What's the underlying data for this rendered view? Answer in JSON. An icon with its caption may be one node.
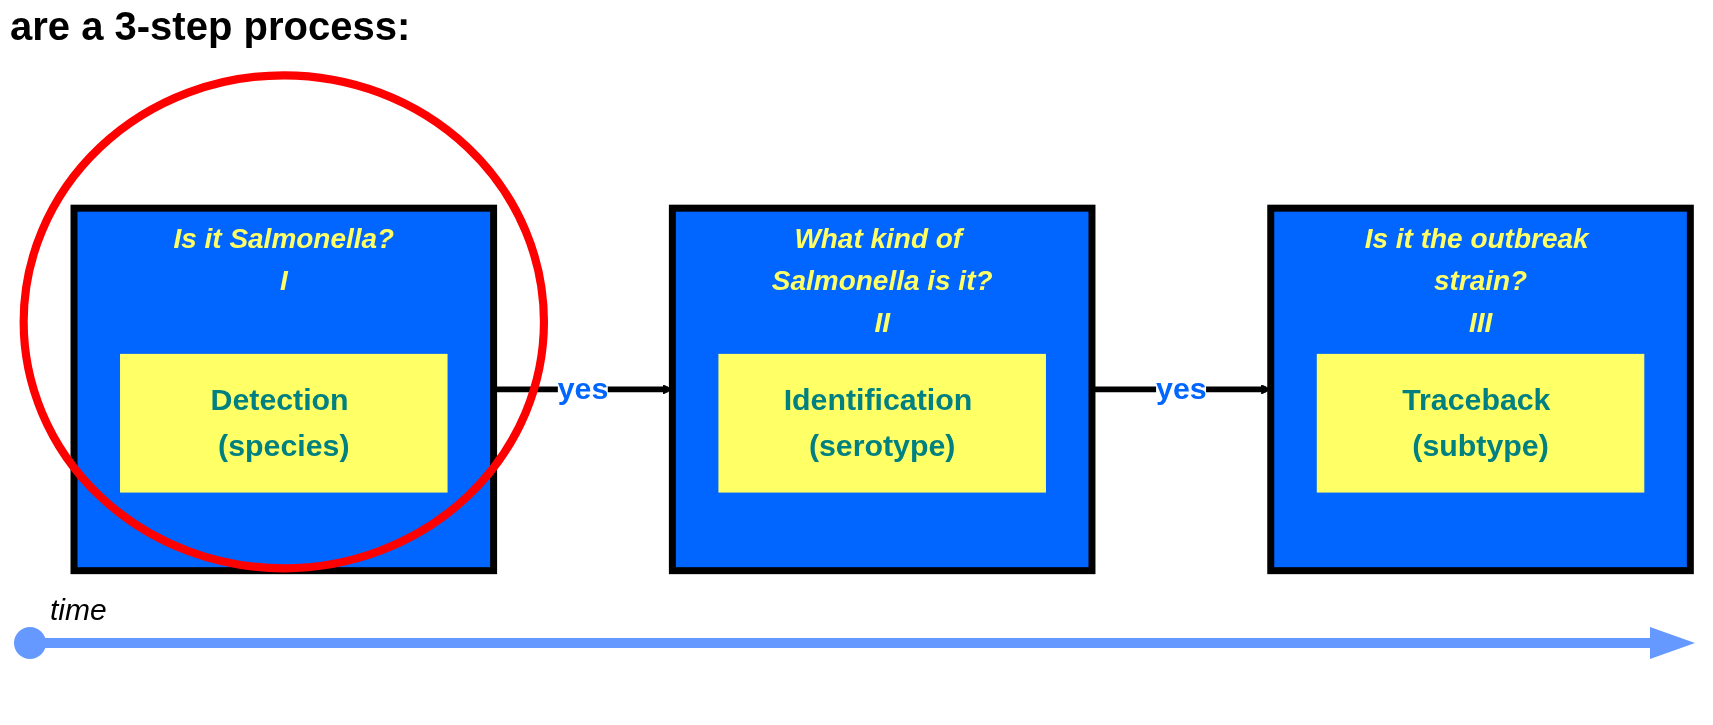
{
  "diagram": {
    "title": "are a 3-step process:",
    "nodes": [
      {
        "text": [
          "Is it Salmonella?",
          "I"
        ]
      },
      {
        "text": [
          "Detection (species)"
        ],
        "in": 0
      },
      {
        "text": [
          "What kind of Salmonella is it?",
          "II"
        ]
      },
      {
        "text": [
          "Identification (serotype)"
        ],
        "in": 2
      },
      {
        "text": [
          "Is it the outbreak strain?",
          "III"
        ]
      },
      {
        "text": [
          "Traceback (subtype)"
        ],
        "in": 4
      }
    ],
    "edges": [
      {
        "from": 0,
        "to": 2,
        "arrow": "to",
        "label": "yes"
      },
      {
        "from": 2,
        "to": 4,
        "arrow": "to",
        "label": "yes"
      }
    ],
    "labels": [
      "time"
    ]
  }
}
